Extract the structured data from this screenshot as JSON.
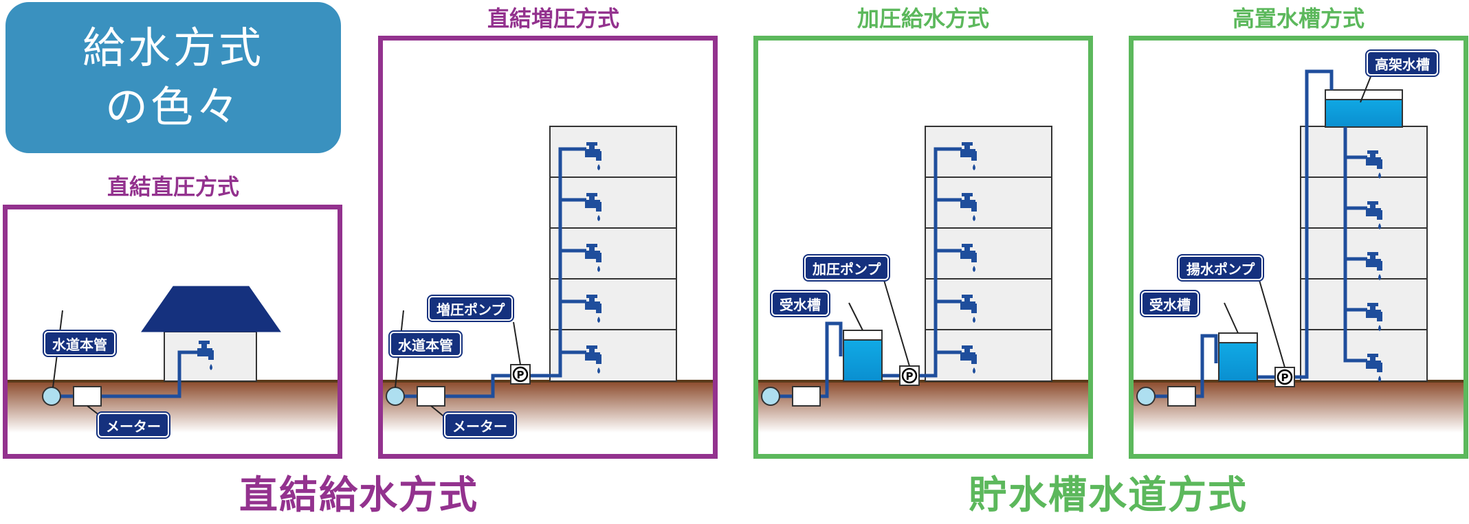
{
  "title": {
    "line1": "給水方式",
    "line2": "の色々"
  },
  "sections": {
    "direct_pressure": "直結直圧方式",
    "booster": "直結増圧方式",
    "pressurized": "加圧給水方式",
    "elevated": "高置水槽方式"
  },
  "labels": {
    "main_pipe": "水道本管",
    "meter": "メーター",
    "booster_pump": "増圧ポンプ",
    "pressure_pump": "加圧ポンプ",
    "receiving_tank": "受水槽",
    "lift_pump": "揚水ポンプ",
    "elevated_tank": "高架水槽",
    "pump_letter": "P"
  },
  "categories": {
    "direct": "直結給水方式",
    "storage": "貯水槽水道方式"
  },
  "colors": {
    "purple": "#93328e",
    "green": "#5cb85c",
    "navy": "#15317e",
    "pipe": "#1f4e9c",
    "ground": "#8b4a2b",
    "water": "#0aa5e0",
    "title_bg": "#3a91bf"
  }
}
